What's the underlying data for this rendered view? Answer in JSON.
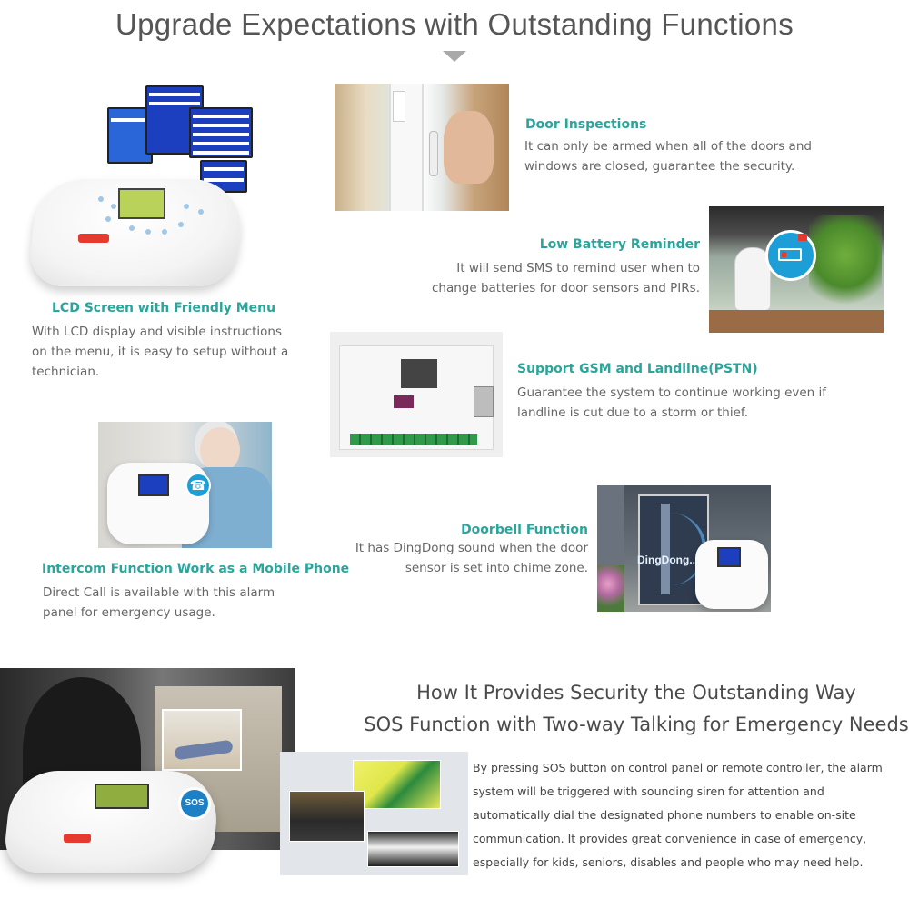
{
  "main_title": "Upgrade Expectations with Outstanding Functions",
  "features": {
    "door": {
      "title": "Door Inspections",
      "desc": "It can only be armed when all of the doors and windows are closed, guarantee the security."
    },
    "battery": {
      "title": "Low Battery Reminder",
      "desc_line1": "It will send SMS to remind user when to",
      "desc_line2": "change batteries for door sensors and PIRs."
    },
    "lcd": {
      "title": "LCD Screen with Friendly Menu",
      "desc": "With LCD display and visible instructions on the menu, it is easy to setup without a technician."
    },
    "gsm": {
      "title": "Support GSM and Landline(PSTN)",
      "desc": "Guarantee the system to continue working even if landline is cut due to a storm or thief."
    },
    "intercom": {
      "title": "Intercom Function Work as a Mobile Phone",
      "desc": "Direct Call is available with this alarm panel for emergency usage."
    },
    "doorbell": {
      "title": "Doorbell Function",
      "desc_line1": "It has DingDong sound when the door",
      "desc_line2": "sensor is set into chime zone.",
      "photo_text": "DingDong..."
    }
  },
  "sos": {
    "heading_line1": "How It Provides Security the Outstanding Way",
    "heading_line2": "SOS Function with Two-way Talking for Emergency Needs",
    "badge": "SOS",
    "text": "By pressing SOS button on control panel or remote controller, the alarm system will be triggered with sounding siren for attention and automatically dial the designated phone numbers to enable on-site communication. It provides great convenience in case of emergency, especially for kids, seniors, disables and people who may need help."
  },
  "icons": {
    "title_arrow": "down-triangle-icon",
    "phone": "phone-icon",
    "battery": "low-battery-icon"
  },
  "colors": {
    "feature_title": "#2aa59b",
    "accent_blue": "#1d9ed6",
    "alert_red": "#e53a2e"
  }
}
